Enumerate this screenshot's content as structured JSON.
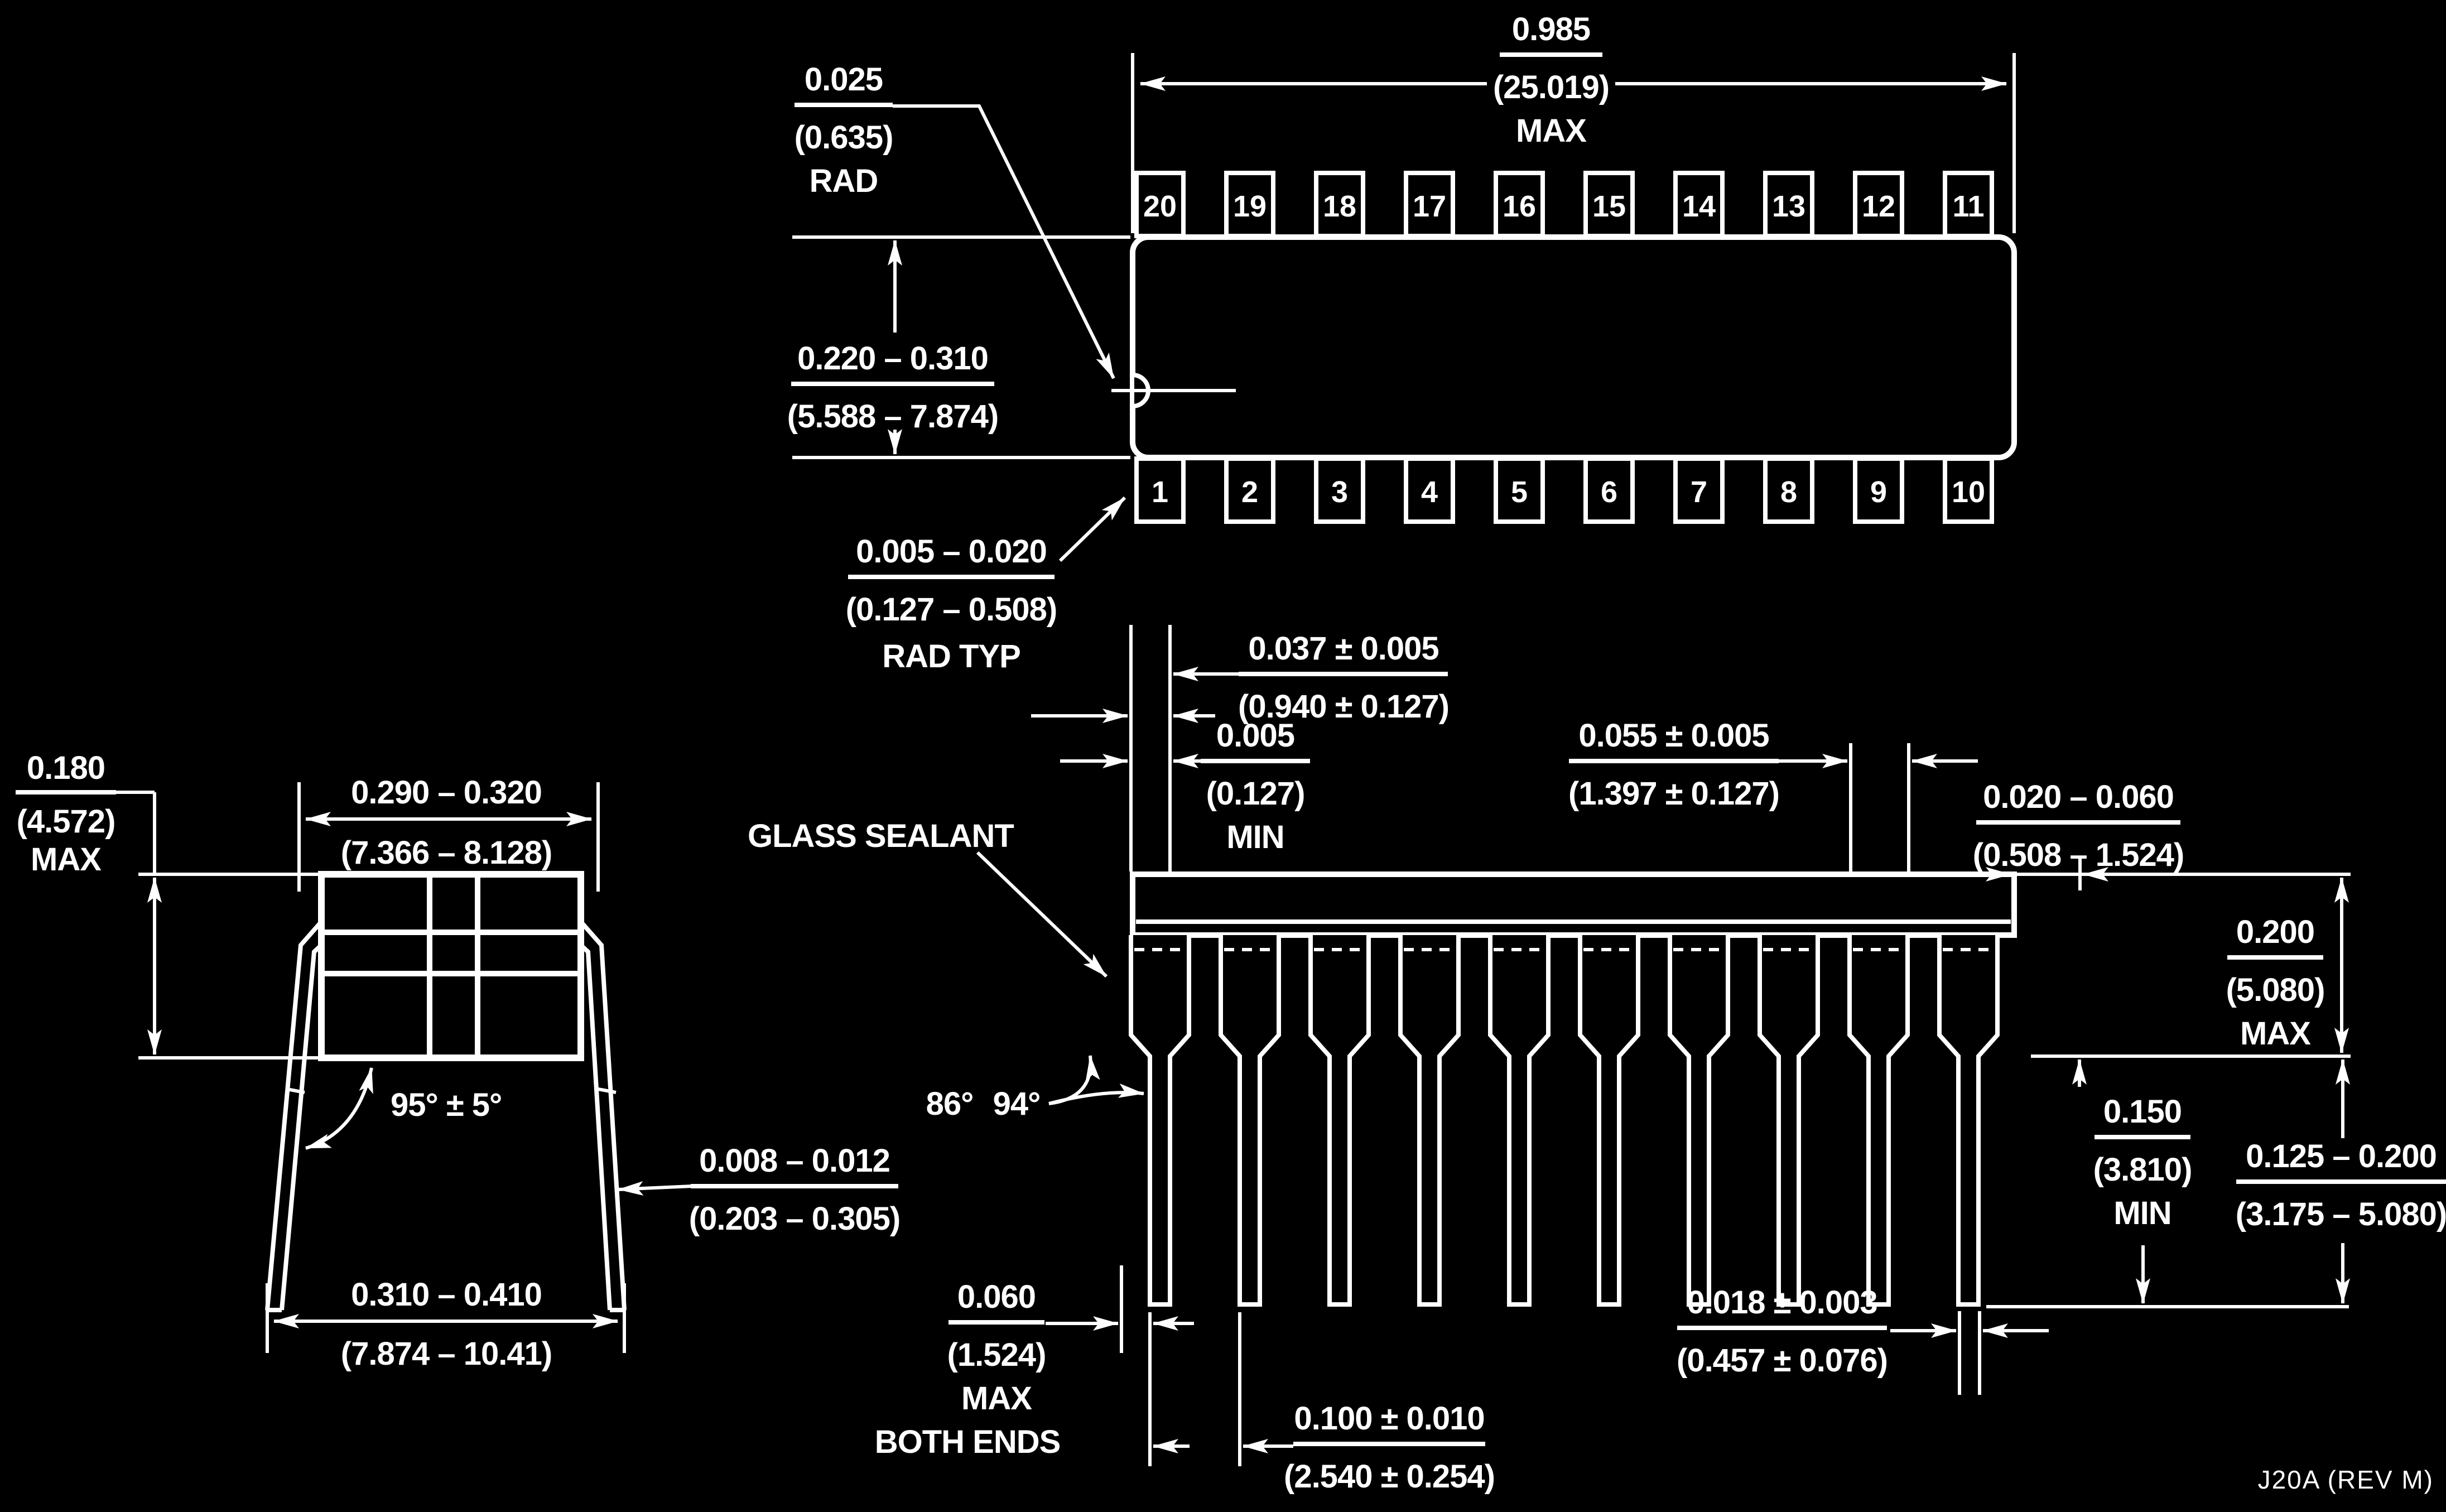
{
  "footer": "J20A (REV M)",
  "labels": {
    "glass_sealant": "GLASS SEALANT",
    "angle_86": "86°",
    "angle_94": "94°",
    "angle_95": "95° ± 5°"
  },
  "pins": {
    "top": [
      "20",
      "19",
      "18",
      "17",
      "16",
      "15",
      "14",
      "13",
      "12",
      "11"
    ],
    "bottom": [
      "1",
      "2",
      "3",
      "4",
      "5",
      "6",
      "7",
      "8",
      "9",
      "10"
    ]
  },
  "dims": {
    "overall": {
      "in": "0.985",
      "mm": "(25.019)",
      "note": "MAX"
    },
    "notch_rad": {
      "in": "0.025",
      "mm": "(0.635)",
      "note": "RAD"
    },
    "body_width": {
      "in": "0.220 – 0.310",
      "mm": "(5.588 – 7.874)"
    },
    "pin_corner_rad": {
      "in": "0.005 – 0.020",
      "mm": "(0.127 – 0.508)",
      "note": "RAD TYP"
    },
    "lead_offset": {
      "in": "0.037 ± 0.005",
      "mm": "(0.940 ± 0.127)"
    },
    "seal_gap": {
      "in": "0.005",
      "mm": "(0.127)",
      "note": "MIN"
    },
    "shoulder_width": {
      "in": "0.055 ± 0.005",
      "mm": "(1.397 ± 0.127)"
    },
    "lid_overhang": {
      "in": "0.020 – 0.060",
      "mm": "(0.508 – 1.524)"
    },
    "body_height": {
      "in": "0.200",
      "mm": "(5.080)",
      "note": "MAX"
    },
    "standoff": {
      "in": "0.150",
      "mm": "(3.810)",
      "note": "MIN"
    },
    "lead_length": {
      "in": "0.125 – 0.200",
      "mm": "(3.175 – 5.080)"
    },
    "lead_width": {
      "in": "0.018 ± 0.003",
      "mm": "(0.457 ± 0.076)"
    },
    "lead_pitch": {
      "in": "0.100 ± 0.010",
      "mm": "(2.540 ± 0.254)"
    },
    "end_clearance": {
      "in": "0.060",
      "mm": "(1.524)",
      "note": "MAX",
      "note2": "BOTH ENDS"
    },
    "pkg_height": {
      "in": "0.180",
      "mm": "(4.572)",
      "note": "MAX"
    },
    "body_width_end": {
      "in": "0.290 – 0.320",
      "mm": "(7.366 – 8.128)"
    },
    "lead_thickness": {
      "in": "0.008 – 0.012",
      "mm": "(0.203 – 0.305)"
    },
    "lead_span": {
      "in": "0.310 – 0.410",
      "mm": "(7.874 – 10.41)"
    }
  }
}
